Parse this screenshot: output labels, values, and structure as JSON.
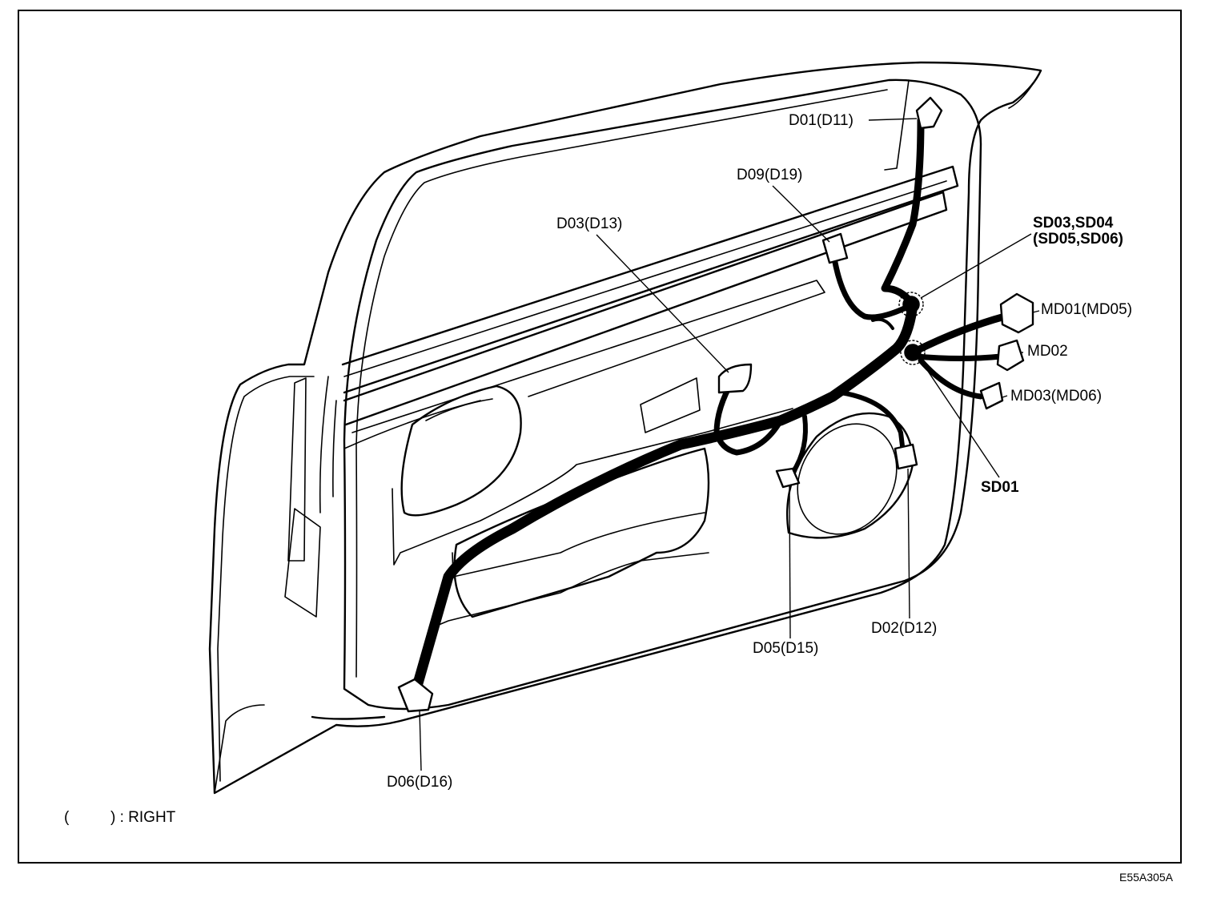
{
  "labels": {
    "d01": "D01(D11)",
    "d09": "D09(D19)",
    "d03": "D03(D13)",
    "sd03_line1": "SD03,SD04",
    "sd03_line2": "(SD05,SD06)",
    "md01": "MD01(MD05)",
    "md02": "MD02",
    "md03": "MD03(MD06)",
    "sd01": "SD01",
    "d02": "D02(D12)",
    "d05": "D05(D15)",
    "d06": "D06(D16)"
  },
  "legend": {
    "open": "(",
    "close": ") : RIGHT"
  },
  "figure_code": "E55A305A"
}
